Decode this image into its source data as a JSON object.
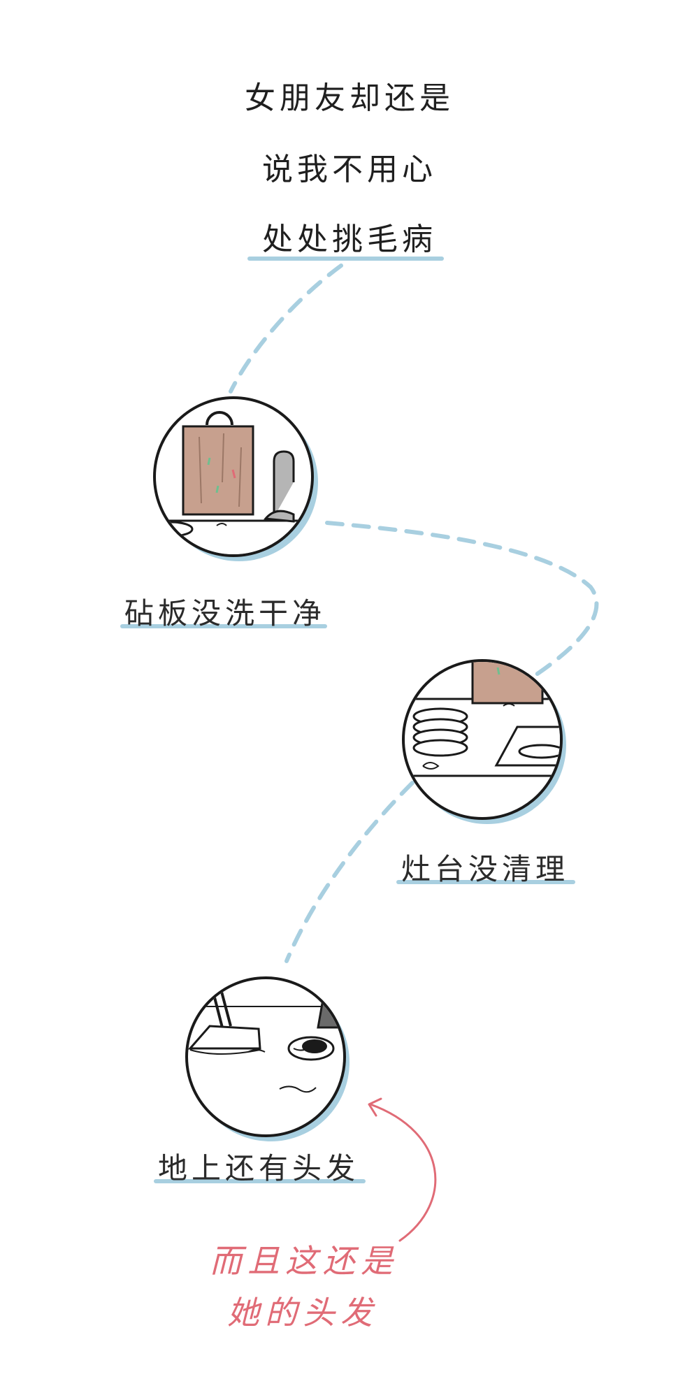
{
  "intro_lines": [
    "女朋友却还是",
    "说我不用心",
    "处处挑毛病"
  ],
  "panels": [
    {
      "label": "砧板没洗干净",
      "icon": "cutting-board-sink-icon"
    },
    {
      "label": "灶台没清理",
      "icon": "stove-plates-icon"
    },
    {
      "label": "地上还有头发",
      "icon": "broom-floor-hair-icon"
    }
  ],
  "note_lines": [
    "而且这还是",
    "她的头发"
  ],
  "colors": {
    "accent_blue": "#a8cfe0",
    "note_pink": "#e06b76",
    "outline": "#1a1a1a"
  }
}
